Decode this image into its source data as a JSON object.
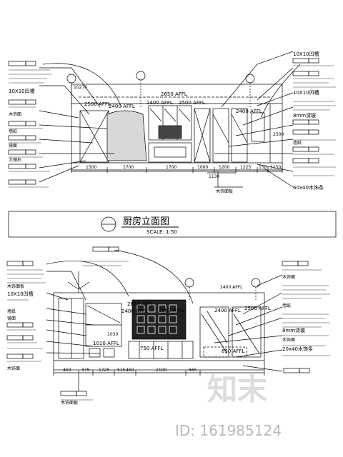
{
  "upper_elevation": {
    "ceiling_dims": [
      "2650 AFFL",
      "2500 AFFL",
      "2400 AFFL",
      "2400 AFFL",
      "2500 AFFL",
      "2400 AFFL"
    ],
    "bottom_dims": [
      "1500",
      "1700",
      "1700",
      "1000",
      "1200",
      "1225",
      "150",
      "1150"
    ],
    "sub_dim": "1130",
    "top_left_dim": "10270",
    "left_notes": [
      "10X10凹槽",
      "木饰面",
      "墙纸",
      "镜面",
      "大理石"
    ],
    "right_notes": [
      "10X10凹槽",
      "10X10凹槽",
      "8mm清玻",
      "墙纸",
      "60x40木饰条"
    ],
    "side_dim": "2500",
    "bottom_note": "木饰面板"
  },
  "title_block": {
    "title": "厨房立面图",
    "scale": "SCALE: 1:50"
  },
  "lower_elevation": {
    "ceiling_dims": [
      "2650 AFFL",
      "2400 AFFL",
      "2500 AFFL",
      "2400 AFFL",
      "2500 AFFL",
      "2400 AFFL"
    ],
    "bottom_dims": [
      "450",
      "375",
      "1725",
      "515",
      "450",
      "2100",
      "665"
    ],
    "side_dim": "1030",
    "mid_dims": [
      "1010 AFFL",
      "750 AFFL",
      "850 AFFL"
    ],
    "left_notes": [
      "木饰面板",
      "10X10凹槽",
      "墙纸",
      "镜面",
      "木饰面"
    ],
    "right_notes": [
      "木饰面",
      "墙纸",
      "8mm清玻",
      "木饰面",
      "20x40木饰条"
    ],
    "bottom_note": "木饰面板"
  },
  "watermark": {
    "brand": "知末",
    "id_text": "ID: 161985124"
  }
}
